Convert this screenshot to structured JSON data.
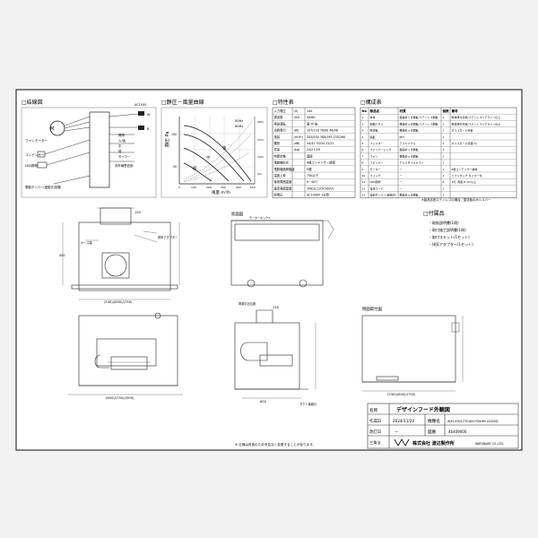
{
  "sections": {
    "wiring": "□結線図",
    "static_pressure": "□静圧－風量曲線",
    "specs": "□特性表",
    "components": "□構成表",
    "accessories": "□付属品"
  },
  "wiring": {
    "fan_motor": "ファンモーター",
    "capacitor": "コンデンサー",
    "led": "LED照明",
    "damper": "電動ダンパー(連動式)制御",
    "terminal_w": "W",
    "terminal_b": "B",
    "labels_right": [
      "照明",
      "入/強",
      "中",
      "弱",
      "タイマー",
      "赤外線受信部"
    ],
    "power": "AC100V"
  },
  "curve": {
    "ylabel": "静圧 Pa",
    "xlabel": "風量 m³/h",
    "hz50": "50Hz",
    "hz60": "60Hz",
    "strong": "強",
    "mid": "中",
    "weak": "弱",
    "y_ticks": [
      "100",
      "50"
    ],
    "x_ticks": [
      "0",
      "100",
      "200",
      "300",
      "400",
      "500"
    ],
    "r_ticks": [
      "20m",
      "15m",
      "10m",
      "5m"
    ]
  },
  "spec_table": {
    "rows": [
      [
        "入力電圧",
        "(V)",
        "100"
      ],
      [
        "周波数",
        "(Hz)",
        "50/60"
      ],
      [
        "風量運転",
        "",
        "弱 中 強"
      ],
      [
        "消費電力",
        "(W)",
        "107/118  76/90  46/46"
      ],
      [
        "風量",
        "(m³/h)",
        "505/530 380/395 235/260"
      ],
      [
        "騒音",
        "(dB)",
        "44/42  35/34  22/21"
      ],
      [
        "質量",
        "(kg)",
        "24/27/29"
      ],
      [
        "時間定格",
        "",
        "連続"
      ],
      [
        "電動機形式",
        "",
        "4極コンデンサー誘導"
      ],
      [
        "電動機絶縁階級",
        "",
        "E種"
      ],
      [
        "温度上昇",
        "",
        "75K以下"
      ],
      [
        "使用周囲温度",
        "",
        "0~40℃"
      ],
      [
        "基準周囲温度",
        "",
        "1MΩ以上(DC500V)"
      ],
      [
        "耐電圧",
        "",
        "AC1000V 1分間"
      ]
    ]
  },
  "parts_table": {
    "header": [
      "No",
      "部品名",
      "材質",
      "個数",
      "備考"
    ],
    "rows": [
      [
        "1",
        "本体",
        "亜鉛めっき鋼板/ステンレス鋼板",
        "1",
        "粉体焼付塗装/ステンレスヘアライン仕上"
      ],
      [
        "2",
        "前面パネル",
        "亜鉛めっき鋼板/ステンレス鋼板",
        "1",
        "粉体焼付塗装/ステンレスヘアライン仕上"
      ],
      [
        "3",
        "整流板",
        "亜鉛めっき鋼板",
        "1",
        "オイルガード塗装"
      ],
      [
        "4",
        "銘板",
        "PET",
        "1",
        ""
      ],
      [
        "5",
        "フィルター",
        "アルミニウム",
        "2",
        "オイルガード塗装(3)"
      ],
      [
        "6",
        "ファンケーシング",
        "亜鉛めっき鋼板",
        "1",
        ""
      ],
      [
        "7",
        "ファン",
        "亜鉛めっき鋼板",
        "1",
        ""
      ],
      [
        "8",
        "スピンナー",
        "アルミダイキャスト",
        "1",
        ""
      ],
      [
        "9",
        "モーター",
        "ー",
        "1",
        "4極コンデンサー誘導"
      ],
      [
        "10",
        "スイッチ",
        "ー",
        "1",
        "ソフトタッチ タイマー付"
      ],
      [
        "11",
        "LED照明",
        "ー",
        "2",
        "2灯, 照度 6.1m以上"
      ],
      [
        "12",
        "電源コード",
        "ー",
        "1",
        ""
      ],
      [
        "13",
        "電動ダンパー(連動式)",
        "亜鉛めっき鋼板",
        "1",
        ""
      ]
    ],
    "note": "※製品名色ステンレスの場合、整流板のみシルバー"
  },
  "accessories": {
    "items": [
      "・取扱説明書(1冊)",
      "・取付施工説明書(1冊)",
      "・取付スキット(1セット)",
      "・排気アダプター(1セット)"
    ]
  },
  "views": {
    "bottom_label": "底面図",
    "side_label": "側面取付図",
    "dims": {
      "w_top": "(530)/(600)/(750)",
      "w_bottom": "(600)/(750)/(900)",
      "w_right": "(530)/(600)/(750)",
      "h150": "150",
      "h235": "235",
      "d600": "600",
      "r450": "450"
    },
    "callouts": [
      "ケース端",
      "排気アダプター",
      "モーターボックス",
      "電源引出位置",
      "ダクト接続口"
    ]
  },
  "title_block": {
    "name_label": "名称",
    "name": "デザインフード外観図",
    "created_label": "作成日",
    "created": "2024/11/20",
    "model_label": "機種名",
    "model": "WXS-K901/751/601YDXHM LD450D",
    "revised_label": "改訂日",
    "revised": "ー",
    "drawing_label": "図番",
    "drawing": "46409000",
    "scale_label": "三角法",
    "company": "株式会社 渡辺製作所",
    "company_en": "WATANABE CO.,LTD.",
    "footnote": "※ 仕様は改良のため予告なく変更することがあります。"
  }
}
